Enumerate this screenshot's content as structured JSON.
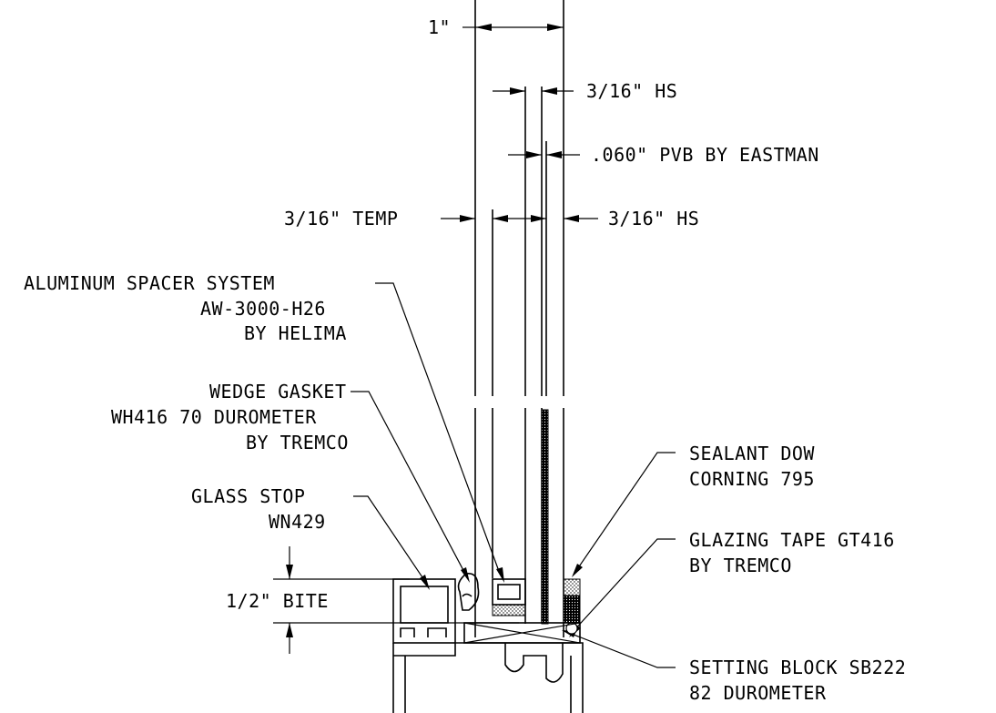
{
  "dimensions": {
    "overall": "1\"",
    "outer_lite": "3/16\" HS",
    "interlayer": ".060\" PVB BY EASTMAN",
    "inner_lite": "3/16\" TEMP",
    "inner_hs": "3/16\" HS",
    "bite": "1/2\" BITE"
  },
  "callouts": {
    "spacer": [
      "ALUMINUM SPACER SYSTEM",
      "AW-3000-H26",
      "BY HELIMA"
    ],
    "gasket": [
      "WEDGE GASKET",
      "WH416 70 DUROMETER",
      "BY TREMCO"
    ],
    "stop": [
      "GLASS STOP",
      "WN429"
    ],
    "sealant": [
      "SEALANT DOW",
      "CORNING 795"
    ],
    "tape": [
      "GLAZING TAPE GT416",
      "BY TREMCO"
    ],
    "block": [
      "SETTING BLOCK SB222",
      "82 DUROMETER"
    ]
  }
}
